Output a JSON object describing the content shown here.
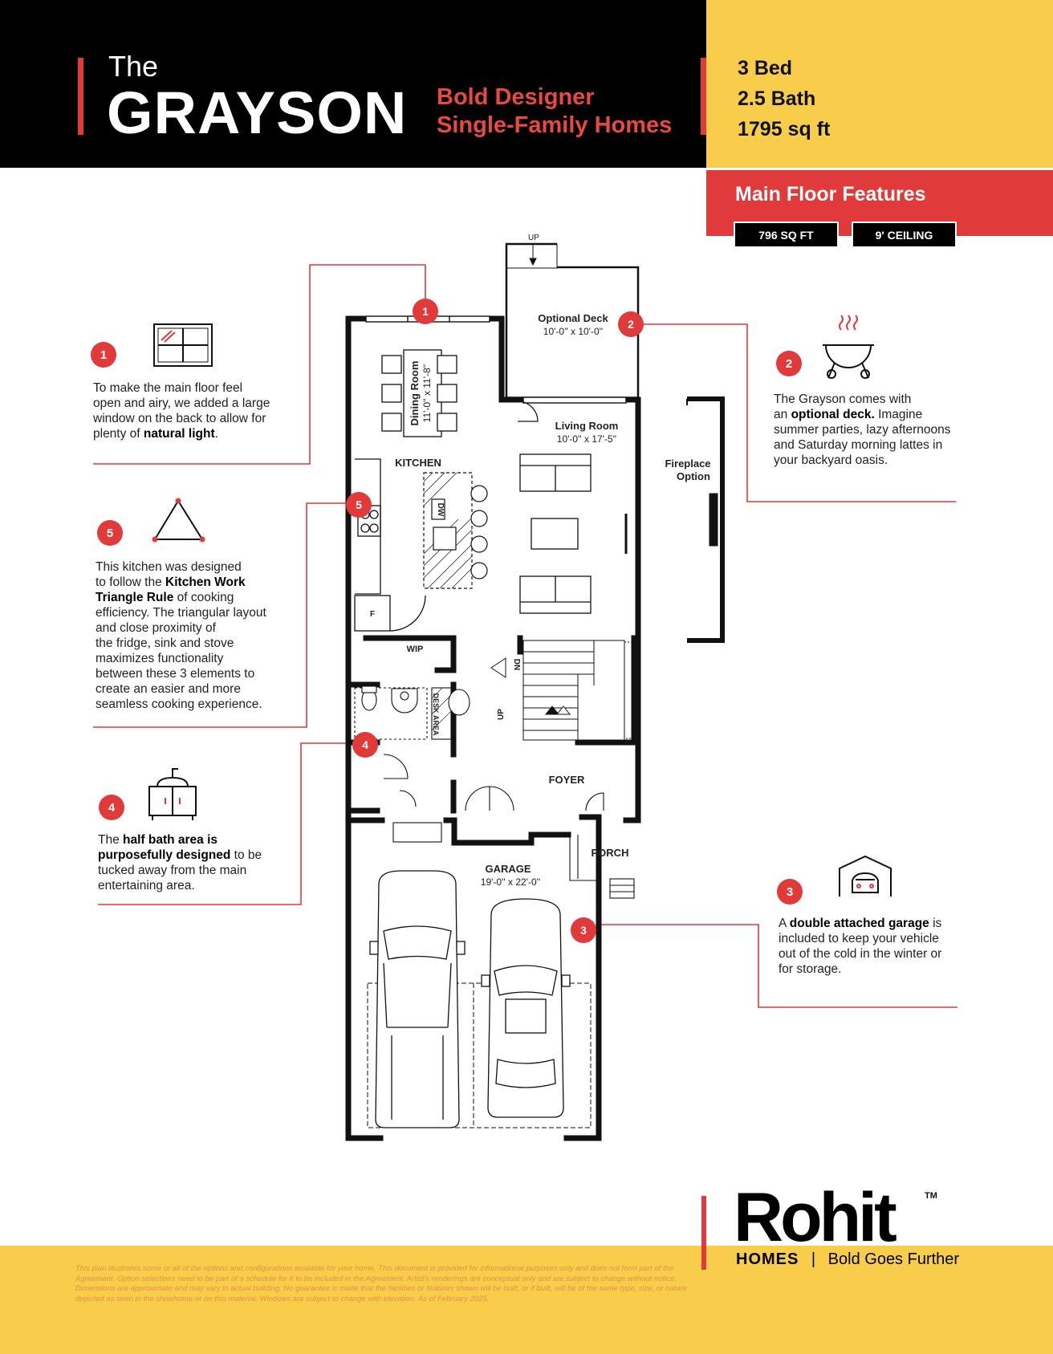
{
  "header": {
    "title_prefix": "The",
    "title": "GRAYSON",
    "tagline_line1": "Bold Designer",
    "tagline_line2": "Single-Family Homes",
    "beds": "3 Bed",
    "baths": "2.5 Bath",
    "area": "1795 sq ft"
  },
  "main_floor": {
    "title": "Main Floor Features",
    "sqft": "796 SQ FT",
    "ceiling": "9' CEILING"
  },
  "callouts": [
    {
      "num": "1",
      "text_html": "To make the main floor feel<br>open and airy, we added a large<br>window on the back to allow for<br>plenty of <b>natural light</b>."
    },
    {
      "num": "2",
      "text_html": "The Grayson comes with<br>an <b>optional deck.</b> Imagine<br>summer parties, lazy afternoons<br>and Saturday morning lattes in<br>your backyard oasis."
    },
    {
      "num": "3",
      "text_html": "A <b>double attached garage</b> is<br>included to keep your vehicle<br>out of the cold in the winter or<br>for storage."
    },
    {
      "num": "4",
      "text_html": "The <b>half bath area is<br>purposefully designed</b> to be<br>tucked away from the main<br>entertaining area."
    },
    {
      "num": "5",
      "text_html": "This kitchen was designed<br>to follow the <b>Kitchen Work<br>Triangle Rule</b> of cooking<br>efficiency. The triangular layout<br>and close proximity of<br>the fridge, sink and stove<br>maximizes functionality<br>between these 3 elements to<br>create an easier and more<br>seamless cooking experience."
    }
  ],
  "plan": {
    "up_top": "UP",
    "deck": "Optional Deck",
    "deck_dim": "10'-0'' x 10'-0''",
    "dining": "Dining Room",
    "dining_dim": "11'-0'' x 11'-8''",
    "living": "Living Room",
    "living_dim": "10'-0'' x 17'-5''",
    "fireplace_1": "Fireplace",
    "fireplace_2": "Option",
    "kitchen": "KITCHEN",
    "dw": "DW",
    "fridge": "F",
    "wip": "WIP",
    "dn": "DN",
    "up": "UP",
    "desk": "DESK AREA",
    "foyer": "FOYER",
    "porch": "PORCH",
    "garage": "GARAGE",
    "garage_dim": "19'-0'' x 22'-0''"
  },
  "footer": {
    "disclaimer": "This plan illustrates some or all of the options and configurations available for your home. This document is provided for informational purposes only and does not form part of the Agreement. Option selections need to be part of a schedule for it to be included in the Agreement. Artist's renderings are conceptual only and are subject to change without notice. Dimensions are approximate and may vary in actual building. No guarantee is made that the facilities or features shown will be built, or if built, will be of the same type, size, or nature depicted as seen in the showhome or on this material. Windows are subject to change with elevation. As of February 2025.",
    "logo": "Rohit",
    "tm": "TM",
    "brand": "HOMES",
    "separator": "|",
    "slogan": "Bold Goes Further"
  },
  "colors": {
    "red": "#e03a3a",
    "yellow": "#f8cd4a",
    "black": "#000000"
  },
  "icons": [
    "window-icon",
    "bbq-icon",
    "garage-car-icon",
    "vanity-sink-icon",
    "triangle-icon"
  ]
}
